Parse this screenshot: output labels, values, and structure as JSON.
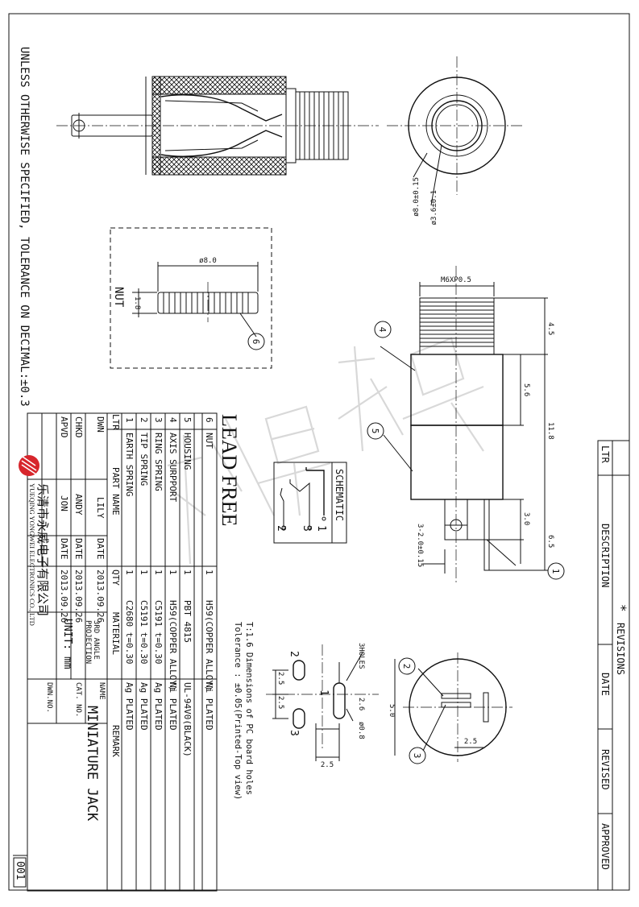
{
  "tolerance_note": "UNLESS OTHERWISE SPECIFIED, TOLERANCE ON DECIMAL:±0.3",
  "dims": {
    "dia_outer": "ø8.0±0.15",
    "dia_inner": "ø3.6±0.1",
    "nut_dia": "ø8.0",
    "nut_thk": "1.8",
    "nut_label": "NUT",
    "thread": "M6XP0.5",
    "d45": "4.5",
    "d56": "5.6",
    "d118": "11.8",
    "d30": "3.0",
    "d65": "6.5",
    "pin_w": "3-2.0±0.15",
    "pcb_50": "5.0",
    "pcb_25": "2.5",
    "holes_title": "3HOLES",
    "d26": "2.6",
    "d08": "ø0.8",
    "h25a": "2.5",
    "h25b": "2.5",
    "h25c": "2.5"
  },
  "balloons": [
    "1",
    "2",
    "3",
    "4",
    "5",
    "6"
  ],
  "schematic": {
    "title": "SCHEMATIC",
    "pins": [
      "1",
      "3",
      "2"
    ]
  },
  "lead_free": "LEAD FREE",
  "pcb_note_title": "T:1.6 Dimensions of PC board holes",
  "pcb_note_tol": "Tolerance : ±0.05(Printed-Top view)",
  "pcb_pins": [
    "1",
    "2",
    "3"
  ],
  "parts_header": {
    "ltr": "LTR",
    "name": "PART NAME",
    "qty": "QTY",
    "material": "MATERIAL",
    "remark": "REMARK"
  },
  "parts": [
    {
      "ltr": "6",
      "name": "NUT",
      "qty": "1",
      "material": "H59(COPPER ALLOY)",
      "remark": "Ni PLATED"
    },
    {
      "ltr": "5",
      "name": "HOUSING",
      "qty": "1",
      "material": "PBT 4815",
      "remark": "UL-94V0(BLACK)"
    },
    {
      "ltr": "4",
      "name": "AXIS SURPPORT",
      "qty": "1",
      "material": "H59(COPPER ALLOY)",
      "remark": "Ni PLATED"
    },
    {
      "ltr": "3",
      "name": "RING SPRING",
      "qty": "1",
      "material": "C5191    t=0.30",
      "remark": "Ag PLATED"
    },
    {
      "ltr": "2",
      "name": "TIP SPRING",
      "qty": "1",
      "material": "C5191    t=0.30",
      "remark": "Ag PLATED"
    },
    {
      "ltr": "1",
      "name": "EARTH SPRING",
      "qty": "1",
      "material": "C2680    t=0.30",
      "remark": "Ag PLATED"
    }
  ],
  "title_block": {
    "dwn": "DWN",
    "dwn_name": "LILY",
    "chkd": "CHKD",
    "chkd_name": "ANDY",
    "apvd": "APVD",
    "apvd_name": "JON",
    "date_label": "DATE",
    "date1": "2013.09.26",
    "date2": "2013.09.26",
    "date3": "2013.09.26",
    "projection": "3RD ANGLE PROJECTION",
    "unit": "UNIT: mm",
    "name_label": "NAME",
    "name_value": "MINIATURE JACK",
    "cat_no": "CAT. NO.",
    "dwn_no": "DWN.NO.",
    "dwn_no_value": "001",
    "company_cn": "乐清市永威电子有限公司",
    "company_en": "YUEQING YONGWEI ELECTRONICS CO., LTD"
  },
  "revisions": {
    "title": "REVISIONS",
    "mark": "*",
    "ltr": "LTR",
    "description": "DESCRIPTION",
    "date": "DATE",
    "revised": "REVISED",
    "approved": "APPROVED"
  },
  "colors": {
    "line": "#111111",
    "logo": "#d7262c",
    "watermark": "#cfcfcf"
  }
}
